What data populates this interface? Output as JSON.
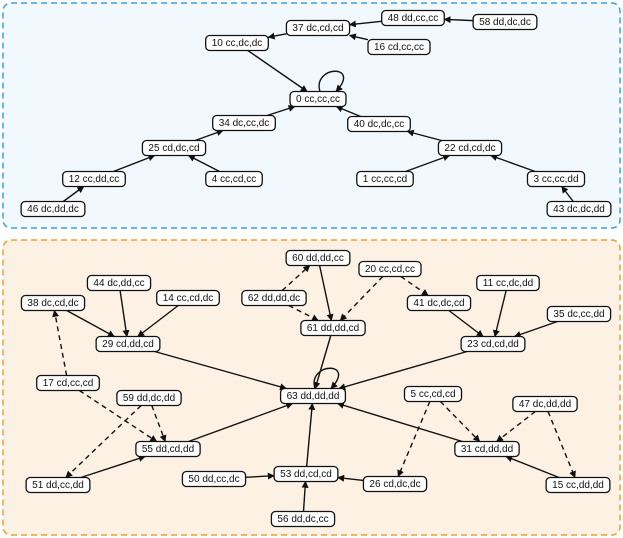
{
  "colors": {
    "top_border": "#3aa0e8",
    "top_fill": "#f2f9fe",
    "bottom_border": "#f0a030",
    "bottom_fill": "#fdf1e3",
    "ink": "#111111",
    "node_fill": "#ffffff"
  },
  "clusters": [
    {
      "id": "top",
      "border_key": "top_border",
      "fill_key": "top_fill"
    },
    {
      "id": "bottom",
      "border_key": "bottom_border",
      "fill_key": "bottom_fill"
    }
  ],
  "nodes": [
    {
      "id": "n0",
      "label": "0 cc,cc,cc"
    },
    {
      "id": "n10",
      "label": "10 cc,dc,dc"
    },
    {
      "id": "n37",
      "label": "37 dc,cd,cd"
    },
    {
      "id": "n48",
      "label": "48 dd,cc,cc"
    },
    {
      "id": "n58",
      "label": "58 dd,dc,dc"
    },
    {
      "id": "n16",
      "label": "16 cd,cc,cc"
    },
    {
      "id": "n34",
      "label": "34 dc,cc,dc"
    },
    {
      "id": "n40",
      "label": "40 dc,dc,cc"
    },
    {
      "id": "n25",
      "label": "25 cd,dc,cd"
    },
    {
      "id": "n22",
      "label": "22 cd,cd,dc"
    },
    {
      "id": "n12",
      "label": "12 cc,dd,cc"
    },
    {
      "id": "n4",
      "label": "4 cc,cd,cc"
    },
    {
      "id": "n1",
      "label": "1 cc,cc,cd"
    },
    {
      "id": "n3",
      "label": "3 cc,cc,dd"
    },
    {
      "id": "n46",
      "label": "46 dc,dd,dc"
    },
    {
      "id": "n43",
      "label": "43 dc,dc,dd"
    },
    {
      "id": "n60",
      "label": "60 dd,dd,cc"
    },
    {
      "id": "n20",
      "label": "20 cc,cd,cc"
    },
    {
      "id": "n62",
      "label": "62 dd,dd,dc"
    },
    {
      "id": "n44",
      "label": "44 dc,dd,cc"
    },
    {
      "id": "n11",
      "label": "11 cc,dc,dd"
    },
    {
      "id": "n38",
      "label": "38 dc,cd,dc"
    },
    {
      "id": "n14",
      "label": "14 cc,cd,dc"
    },
    {
      "id": "n41",
      "label": "41 dc,dc,cd"
    },
    {
      "id": "n35",
      "label": "35 dc,cc,dd"
    },
    {
      "id": "n61",
      "label": "61 dd,dd,cd"
    },
    {
      "id": "n29",
      "label": "29 cd,dd,cd"
    },
    {
      "id": "n23",
      "label": "23 cd,cd,dd"
    },
    {
      "id": "n17",
      "label": "17 cd,cc,cd"
    },
    {
      "id": "n63",
      "label": "63 dd,dd,dd"
    },
    {
      "id": "n59",
      "label": "59 dd,dc,dd"
    },
    {
      "id": "n5",
      "label": "5 cc,cd,cd"
    },
    {
      "id": "n47",
      "label": "47 dc,dd,dd"
    },
    {
      "id": "n55",
      "label": "55 dd,cd,dd"
    },
    {
      "id": "n31",
      "label": "31 cd,dd,dd"
    },
    {
      "id": "n50",
      "label": "50 dd,cc,dc"
    },
    {
      "id": "n53",
      "label": "53 dd,cd,cd"
    },
    {
      "id": "n51",
      "label": "51 dd,cc,dd"
    },
    {
      "id": "n26",
      "label": "26 cd,dc,dc"
    },
    {
      "id": "n15",
      "label": "15 cc,dd,dd"
    },
    {
      "id": "n56",
      "label": "56 dd,dc,cc"
    }
  ],
  "edges": [
    {
      "from": "n0",
      "to": "n0",
      "style": "solid"
    },
    {
      "from": "n10",
      "to": "n0",
      "style": "solid"
    },
    {
      "from": "n37",
      "to": "n10",
      "style": "solid"
    },
    {
      "from": "n48",
      "to": "n37",
      "style": "solid"
    },
    {
      "from": "n58",
      "to": "n48",
      "style": "solid"
    },
    {
      "from": "n16",
      "to": "n37",
      "style": "solid"
    },
    {
      "from": "n34",
      "to": "n0",
      "style": "solid"
    },
    {
      "from": "n40",
      "to": "n0",
      "style": "solid"
    },
    {
      "from": "n25",
      "to": "n34",
      "style": "solid"
    },
    {
      "from": "n22",
      "to": "n40",
      "style": "solid"
    },
    {
      "from": "n12",
      "to": "n25",
      "style": "solid"
    },
    {
      "from": "n4",
      "to": "n25",
      "style": "solid"
    },
    {
      "from": "n1",
      "to": "n22",
      "style": "solid"
    },
    {
      "from": "n3",
      "to": "n22",
      "style": "solid"
    },
    {
      "from": "n46",
      "to": "n12",
      "style": "solid"
    },
    {
      "from": "n43",
      "to": "n3",
      "style": "solid"
    },
    {
      "from": "n63",
      "to": "n63",
      "style": "solid"
    },
    {
      "from": "n60",
      "to": "n61",
      "style": "solid"
    },
    {
      "from": "n62",
      "to": "n60",
      "style": "dashed"
    },
    {
      "from": "n62",
      "to": "n61",
      "style": "dashed"
    },
    {
      "from": "n20",
      "to": "n61",
      "style": "dashed"
    },
    {
      "from": "n20",
      "to": "n41",
      "style": "dashed"
    },
    {
      "from": "n61",
      "to": "n63",
      "style": "solid"
    },
    {
      "from": "n44",
      "to": "n29",
      "style": "solid"
    },
    {
      "from": "n38",
      "to": "n29",
      "style": "solid"
    },
    {
      "from": "n14",
      "to": "n29",
      "style": "solid"
    },
    {
      "from": "n29",
      "to": "n63",
      "style": "solid"
    },
    {
      "from": "n41",
      "to": "n23",
      "style": "solid"
    },
    {
      "from": "n11",
      "to": "n23",
      "style": "solid"
    },
    {
      "from": "n35",
      "to": "n23",
      "style": "solid"
    },
    {
      "from": "n23",
      "to": "n63",
      "style": "solid"
    },
    {
      "from": "n17",
      "to": "n38",
      "style": "dashed"
    },
    {
      "from": "n17",
      "to": "n55",
      "style": "dashed"
    },
    {
      "from": "n59",
      "to": "n55",
      "style": "dashed"
    },
    {
      "from": "n59",
      "to": "n51",
      "style": "dashed"
    },
    {
      "from": "n51",
      "to": "n55",
      "style": "solid"
    },
    {
      "from": "n55",
      "to": "n63",
      "style": "solid"
    },
    {
      "from": "n5",
      "to": "n31",
      "style": "dashed"
    },
    {
      "from": "n5",
      "to": "n26",
      "style": "dashed"
    },
    {
      "from": "n47",
      "to": "n31",
      "style": "dashed"
    },
    {
      "from": "n47",
      "to": "n15",
      "style": "dashed"
    },
    {
      "from": "n15",
      "to": "n31",
      "style": "solid"
    },
    {
      "from": "n31",
      "to": "n63",
      "style": "solid"
    },
    {
      "from": "n50",
      "to": "n53",
      "style": "solid"
    },
    {
      "from": "n26",
      "to": "n53",
      "style": "solid"
    },
    {
      "from": "n56",
      "to": "n53",
      "style": "solid"
    },
    {
      "from": "n53",
      "to": "n63",
      "style": "solid"
    }
  ]
}
